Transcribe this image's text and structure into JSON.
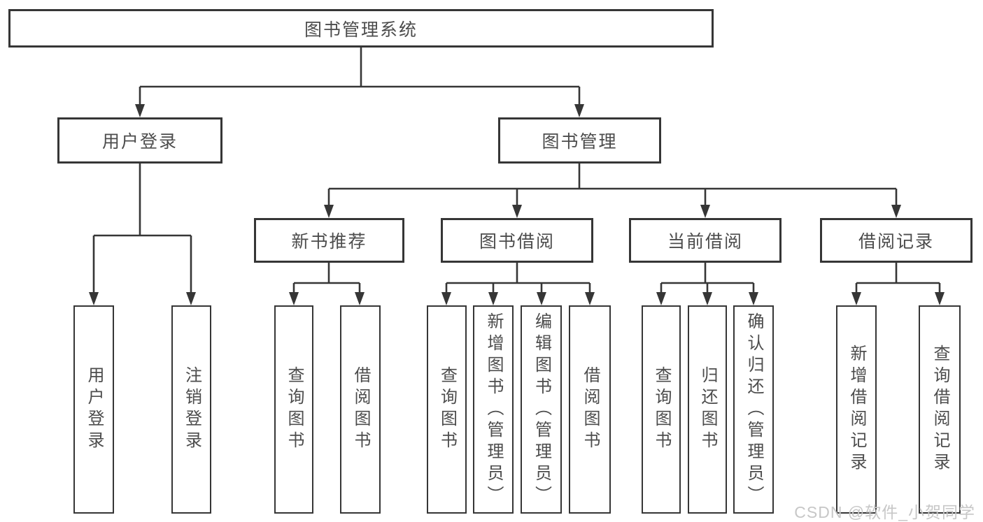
{
  "diagram": {
    "root": {
      "label": "图书管理系统"
    },
    "level2": [
      {
        "label": "用户登录"
      },
      {
        "label": "图书管理"
      }
    ],
    "level3": [
      {
        "label": "新书推荐"
      },
      {
        "label": "图书借阅"
      },
      {
        "label": "当前借阅"
      },
      {
        "label": "借阅记录"
      }
    ],
    "leaves": {
      "user_login": [
        "用户登录",
        "注销登录"
      ],
      "new_books": [
        "查询图书",
        "借阅图书"
      ],
      "book_borrow": [
        "查询图书",
        "新增图书（管理员）",
        "编辑图书（管理员）",
        "借阅图书"
      ],
      "current_borrow": [
        "查询图书",
        "归还图书",
        "确认归还（管理员）"
      ],
      "borrow_records": [
        "新增借阅记录",
        "查询借阅记录"
      ]
    }
  },
  "watermark": {
    "text": "CSDN @软件_小贺同学"
  },
  "colors": {
    "line": "#363636",
    "box_border": "#363636",
    "text": "#4c4c4c",
    "watermark": "#c7c7c7",
    "background": "#ffffff"
  }
}
